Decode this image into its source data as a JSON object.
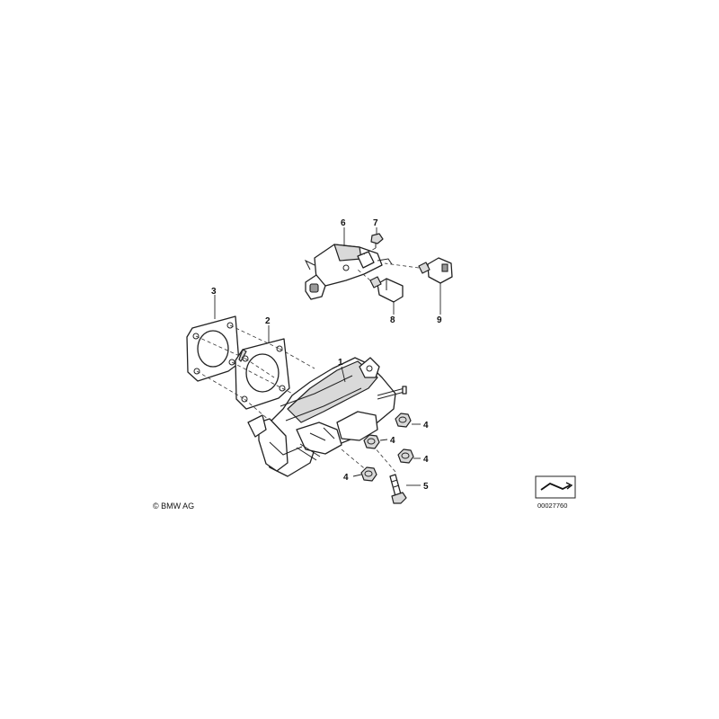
{
  "callouts": {
    "c1": "1",
    "c2": "2",
    "c3": "3",
    "c4a": "4",
    "c4b": "4",
    "c4c": "4",
    "c4d": "4",
    "c5": "5",
    "c6": "6",
    "c7": "7",
    "c8": "8",
    "c9": "9"
  },
  "copyright": "© BMW AG",
  "image_number": "00027760"
}
